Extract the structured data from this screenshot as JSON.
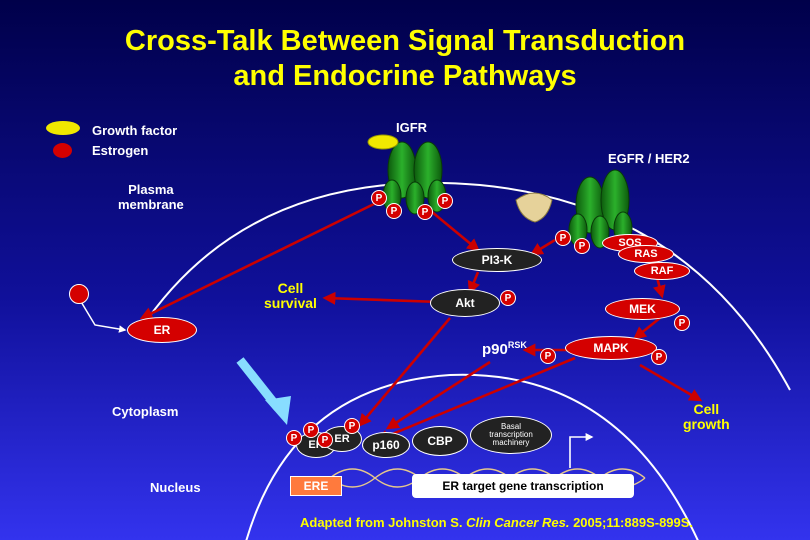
{
  "title": {
    "line1": "Cross-Talk Between Signal Transduction",
    "line2": "and Endocrine Pathways"
  },
  "legend": {
    "growth_factor": "Growth factor",
    "estrogen": "Estrogen"
  },
  "labels": {
    "plasma_membrane": "Plasma\nmembrane",
    "igfr": "IGFR",
    "egfr": "EGFR / HER2",
    "cell_survival": "Cell\nsurvival",
    "cytoplasm": "Cytoplasm",
    "nucleus": "Nucleus",
    "cell_growth": "Cell\ngrowth"
  },
  "nodes": {
    "pi3k": "PI3-K",
    "akt": "Akt",
    "sos": "SOS",
    "ras": "RAS",
    "raf": "RAF",
    "mek": "MEK",
    "mapk": "MAPK",
    "er": "ER",
    "p90": "p90",
    "p90_sup": "RSK",
    "p160": "p160",
    "cbp": "CBP",
    "basal": "Basal\ntranscription\nmachinery",
    "er_nuc1": "ER",
    "er_nuc2": "ER",
    "ere": "ERE",
    "target": "ER target gene transcription"
  },
  "phospho_label": "P",
  "citation": {
    "prefix": "Adapted from Johnston S. ",
    "journal": "Clin Cancer Res.",
    "suffix": " 2005;11:889S-899S."
  },
  "colors": {
    "background_top": "#00005a",
    "background_bottom": "#3a3aff",
    "title": "#ffff00",
    "arrow": "#cc0000",
    "phospho": "#d40000",
    "receptor": "#1e8f1e",
    "growth_factor": "#f0e800",
    "dna": "#e6c88c"
  }
}
